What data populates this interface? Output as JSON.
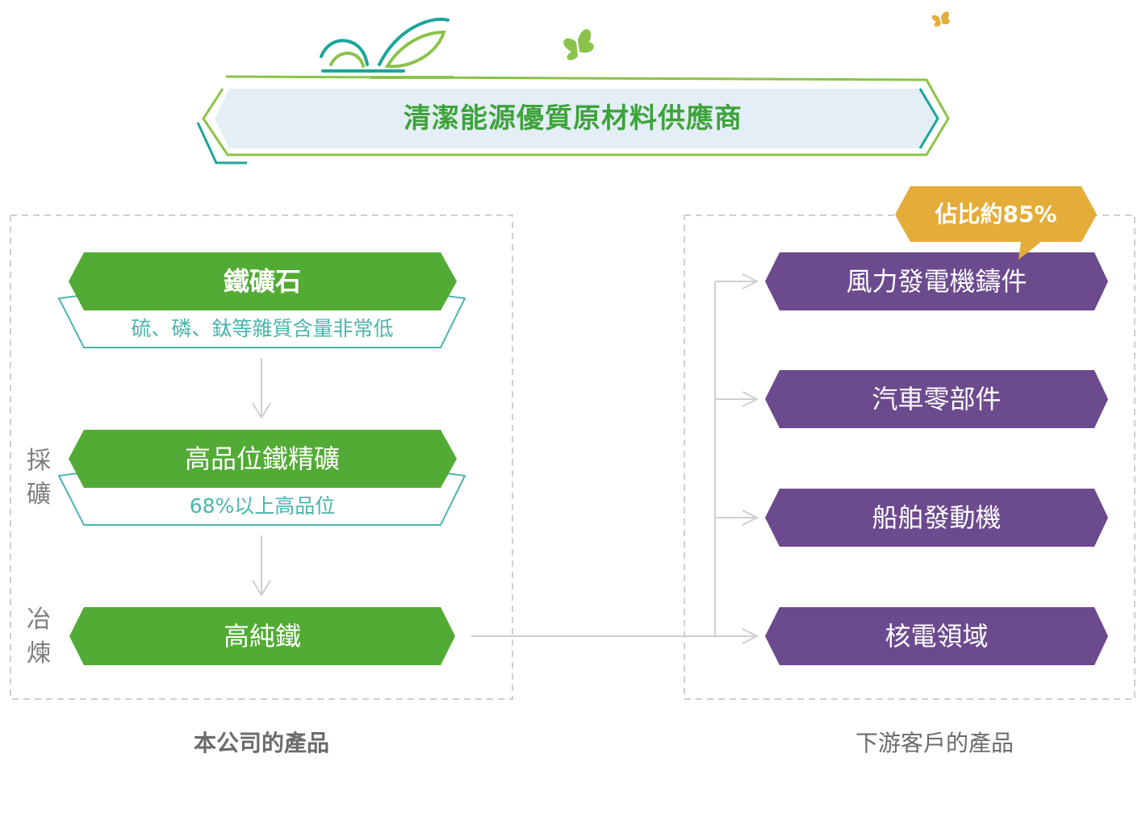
{
  "title": "清潔能源優質原材料供應商",
  "left_section": {
    "steps": [
      {
        "label": "鐵礦石",
        "sub": "硫、磷、鈦等雜質含量非常低"
      },
      {
        "label": "高品位鐵精礦",
        "sub": "68%以上高品位"
      },
      {
        "label": "高純鐵"
      }
    ],
    "side_labels": [
      {
        "chars": [
          "採",
          "礦"
        ]
      },
      {
        "chars": [
          "冶",
          "煉"
        ]
      }
    ],
    "caption": "本公司的產品"
  },
  "right_section": {
    "badge": "佔比約85%",
    "products": [
      "風力發電機鑄件",
      "汽車零部件",
      "船舶發動機",
      "核電領域"
    ],
    "caption": "下游客戶的產品"
  },
  "colors": {
    "green": "#52ab34",
    "purple": "#6c4a8e",
    "teal": "#4bb5ad",
    "gold": "#e4ac38",
    "title_bg": "#e3eef6"
  }
}
